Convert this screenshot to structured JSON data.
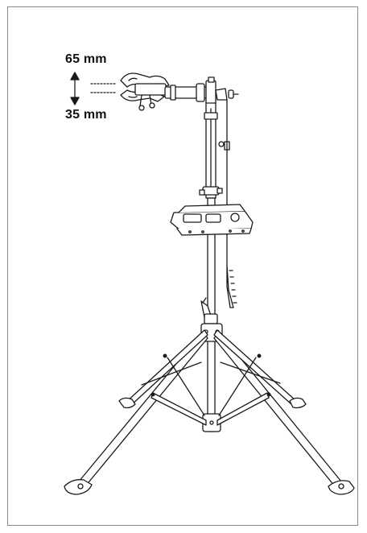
{
  "dimensions": {
    "max_label": "65 mm",
    "min_label": "35 mm"
  },
  "illustration": {
    "subject": "bike-repair-stand",
    "stroke_color": "#1a1a1a",
    "fill_color": "#ffffff"
  }
}
